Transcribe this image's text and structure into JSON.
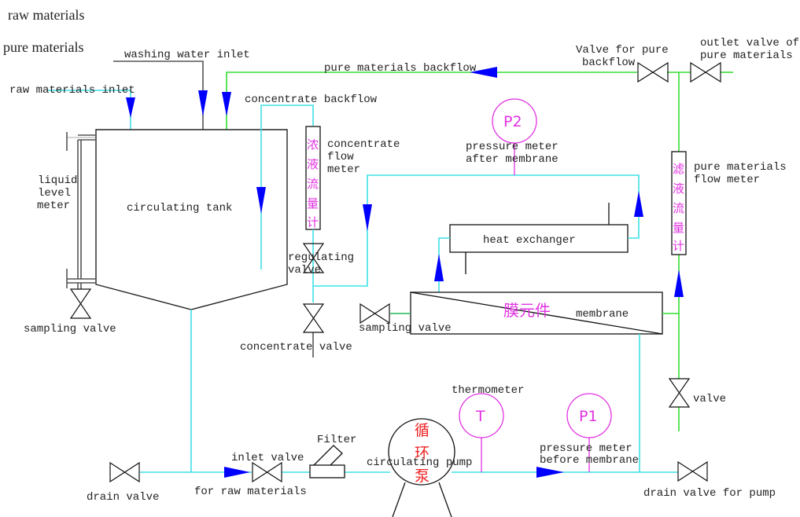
{
  "legend": {
    "raw_materials": "raw materials",
    "pure_materials": "pure materials"
  },
  "labels": {
    "washing_water_inlet": "washing water inlet",
    "raw_materials_inlet": "raw materials inlet",
    "pure_materials_backflow": "pure materials backflow",
    "concentrate_backflow": "concentrate backflow",
    "valve_for_pure_backflow": [
      "Valve for pure",
      "backflow"
    ],
    "outlet_valve_of_pure_materials": [
      "outlet valve of",
      "pure materials"
    ],
    "concentrate_flow_meter": [
      "concentrate",
      "flow",
      "meter"
    ],
    "concentrate_flow_meter_cn": [
      "浓",
      "液",
      "流",
      "量",
      "计"
    ],
    "pressure_meter_after_membrane": [
      "pressure meter",
      "after membrane"
    ],
    "pure_materials_flow_meter": [
      "pure materials",
      "flow meter"
    ],
    "pure_materials_flow_meter_cn": [
      "滤",
      "液",
      "流",
      "量",
      "计"
    ],
    "liquid_level_meter": [
      "liquid",
      "level",
      "meter"
    ],
    "circulating_tank": "circulating tank",
    "heat_exchanger": "heat exchanger",
    "regulating_valve": [
      "regulating",
      "valve"
    ],
    "sampling_valve_tank": "sampling valve",
    "sampling_valve_membrane": "sampling valve",
    "membrane_cn": "膜元件",
    "membrane": "membrane",
    "concentrate_valve": "concentrate valve",
    "thermometer": "thermometer",
    "valve": "valve",
    "filter": "Filter",
    "inlet_valve": "inlet valve",
    "for_raw_materials": "for raw materials",
    "circulating_pump": "circulating pump",
    "circulating_pump_cn": [
      "循",
      "环",
      "泵"
    ],
    "pressure_meter_before_membrane": [
      "pressure meter",
      "before membrane"
    ],
    "drain_valve": "drain valve",
    "drain_valve_for_pump": "drain valve for pump"
  },
  "gauges": {
    "p2": "P2",
    "p1": "P1",
    "t": "T"
  },
  "colors": {
    "raw_pipe": "#3fe0e6",
    "pure_pipe": "#33dd33",
    "flow_arrow": "#0000ff",
    "instrument": "#e233e2",
    "pump_text": "#ee2222"
  }
}
